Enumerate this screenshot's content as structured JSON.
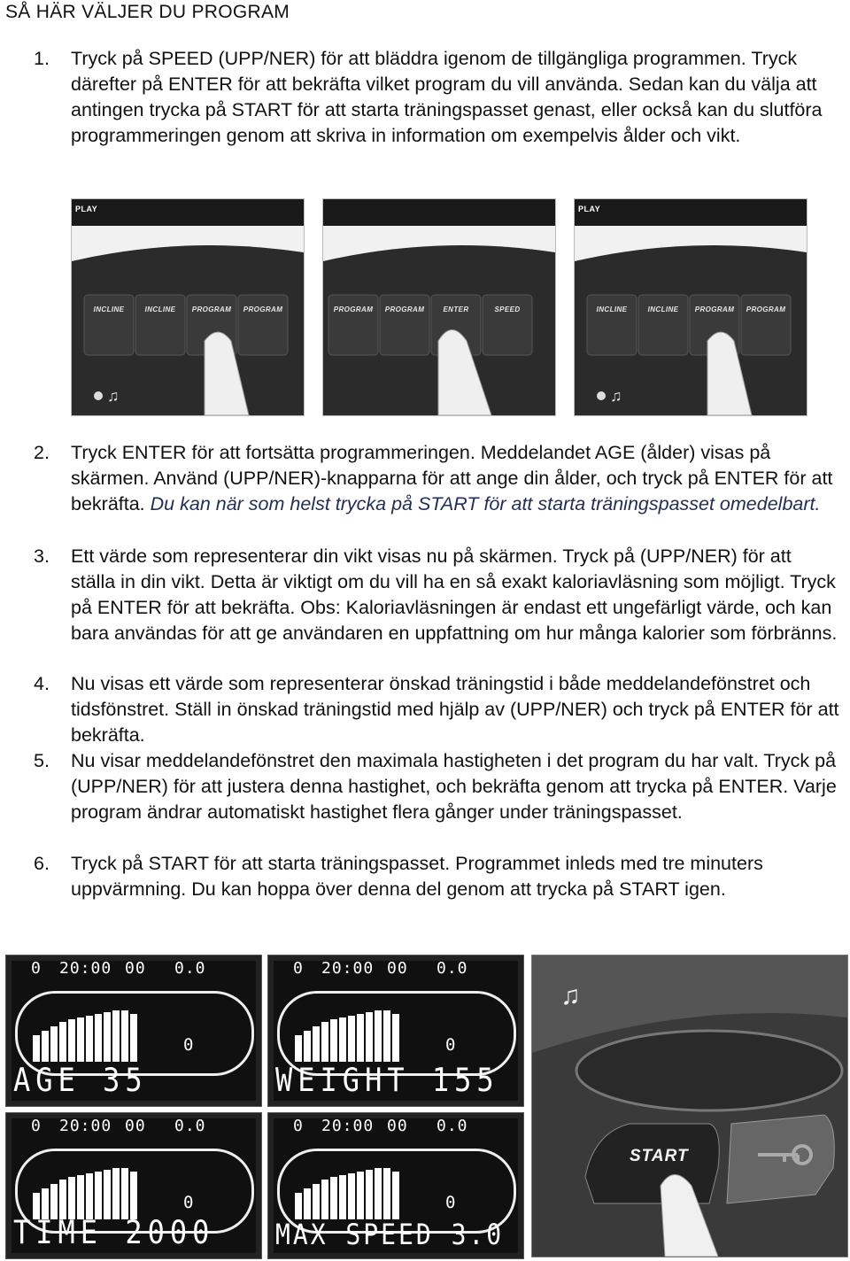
{
  "heading": "SÅ HÄR VÄLJER DU PROGRAM",
  "steps": [
    {
      "num": "1.",
      "text": "Tryck på SPEED (UPP/NER) för att bläddra igenom de tillgängliga programmen. Tryck därefter på ENTER för att bekräfta vilket program du vill använda. Sedan kan du välja att antingen trycka på START för att starta träningspasset genast, eller också kan du slutföra programmeringen genom att skriva in information om exempelvis ålder och vikt."
    },
    {
      "num": "2.",
      "text": "Tryck ENTER för att fortsätta programmeringen. Meddelandet AGE (ålder) visas på skärmen. Använd (UPP/NER)-knapparna för att ange din ålder, och tryck på ENTER för att bekräfta.",
      "em": "Du kan när som helst trycka på START för att starta träningspasset omedelbart."
    },
    {
      "num": "3.",
      "text": "Ett värde som representerar din vikt visas nu på skärmen. Tryck på (UPP/NER) för att ställa in din vikt. Detta är viktigt om du vill ha en så exakt kaloriavläsning som möjligt. Tryck på ENTER för att bekräfta. Obs: Kaloriavläsningen är endast ett ungefärligt värde, och kan bara användas för att ge användaren en uppfattning om hur många kalorier som förbränns."
    },
    {
      "num": "4.",
      "text": "Nu visas ett värde som representerar önskad träningstid i både meddelandefönstret och tidsfönstret. Ställ in önskad träningstid med hjälp av (UPP/NER) och tryck på ENTER för att bekräfta."
    },
    {
      "num": "5.",
      "text": "Nu visar meddelandefönstret den maximala hastigheten i det program du har valt. Tryck på (UPP/NER) för att justera denna hastighet, och bekräfta genom att trycka på ENTER. Varje program ändrar automatiskt hastighet flera gånger under träningspasset."
    },
    {
      "num": "6.",
      "text": "Tryck på START för att starta träningspasset. Programmet inleds med tre minuters uppvärmning. Du kan hoppa över denna del genom att trycka på START igen."
    }
  ],
  "photos": [
    {
      "play": "PLAY",
      "buttons": [
        "INCLINE",
        "INCLINE",
        "PROGRAM",
        "PROGRAM"
      ]
    },
    {
      "play": "",
      "buttons": [
        "PROGRAM",
        "PROGRAM",
        "ENTER",
        "SPEED"
      ]
    },
    {
      "play": "PLAY",
      "buttons": [
        "INCLINE",
        "INCLINE",
        "PROGRAM",
        "PROGRAM"
      ]
    }
  ],
  "lcds": [
    {
      "time": "20:00",
      "left": "0",
      "mid": "00",
      "right": "0.0",
      "side": "0",
      "message": "AGE   35"
    },
    {
      "time": "20:00",
      "left": "0",
      "mid": "00",
      "right": "0.0",
      "side": "0",
      "message": "WEIGHT 155"
    },
    {
      "time": "20:00",
      "left": "0",
      "mid": "00",
      "right": "0.0",
      "side": "0",
      "message": "TIME 2000"
    },
    {
      "time": "20:00",
      "left": "0",
      "mid": "00",
      "right": "0.0",
      "side": "0",
      "message": "MAX SPEED 3.0"
    }
  ],
  "start_button": {
    "label": "START"
  }
}
